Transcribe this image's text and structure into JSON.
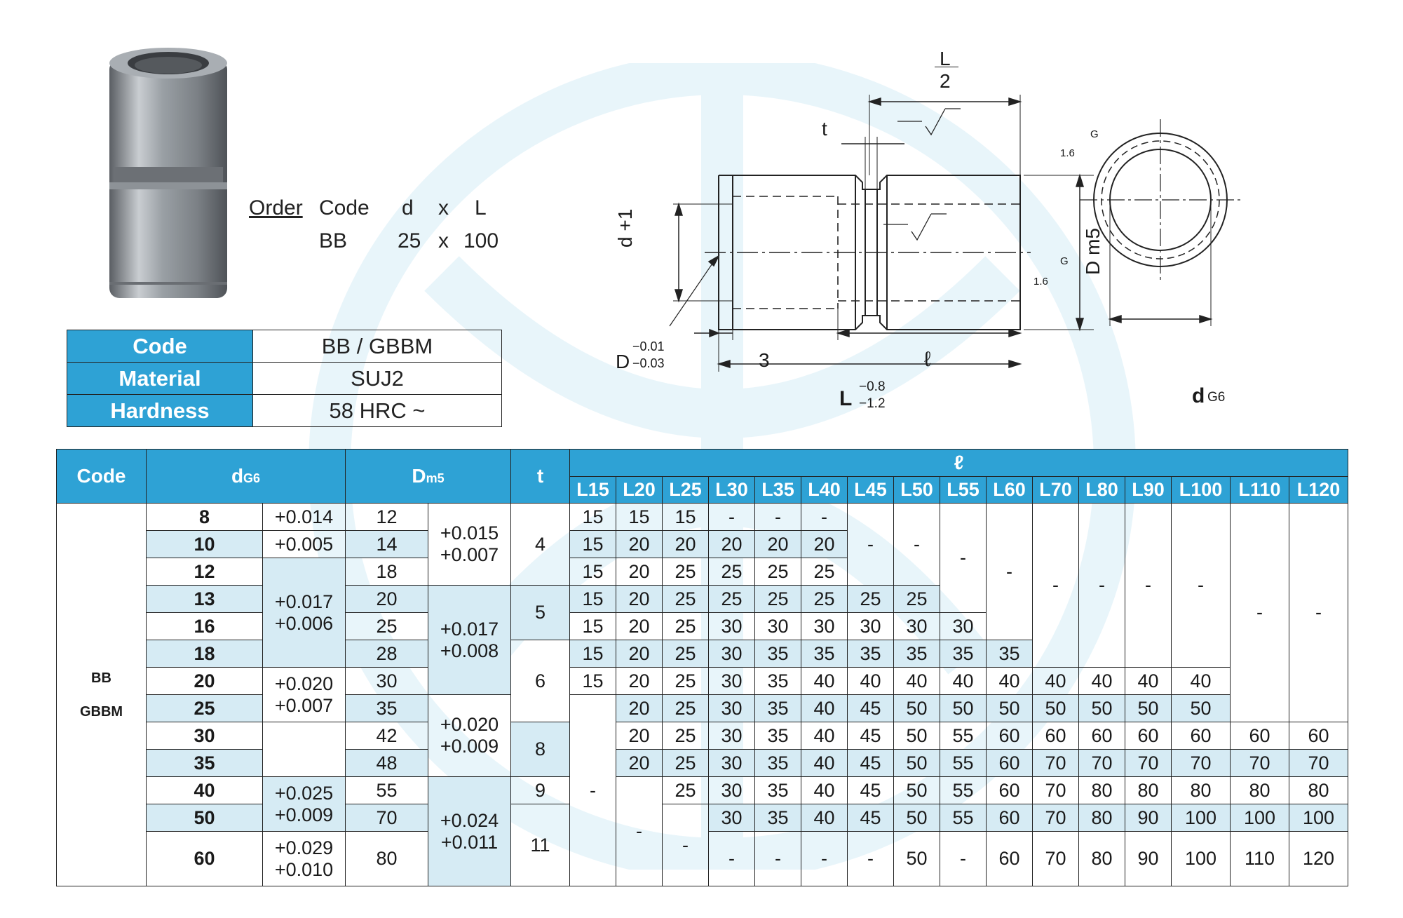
{
  "order": {
    "label": "Order",
    "header": [
      "Code",
      "d",
      "x",
      "L"
    ],
    "example": [
      "BB",
      "25",
      "x",
      "100"
    ]
  },
  "spec": [
    {
      "key": "Code",
      "value": "BB / GBBM"
    },
    {
      "key": "Material",
      "value": "SUJ2"
    },
    {
      "key": "Hardness",
      "value": "58 HRC ~"
    }
  ],
  "drawing": {
    "half_length_num": "L",
    "half_length_den": "2",
    "groove": "t",
    "inner_dia": "d +1",
    "outer_dia": "D m5",
    "chamfer_dia": "D",
    "chamfer_tol_upper": "−0.01",
    "chamfer_tol_lower": "−0.03",
    "chamfer_len": "3",
    "ell": "ℓ",
    "length": "L",
    "length_tol_upper": "−0.8",
    "length_tol_lower": "−1.2",
    "roughness": "1.6",
    "grind": "G",
    "bore": "d",
    "bore_tol": "G6"
  },
  "colors": {
    "accent": "#2ea2d5",
    "band": "#d6ebf4"
  },
  "table": {
    "code_header": "Code",
    "d_header": "d",
    "d_sub": "G6",
    "D_header": "D",
    "D_sub": "m5",
    "t_header": "t",
    "ell_header": "ℓ",
    "L_cols": [
      "L15",
      "L20",
      "L25",
      "L30",
      "L35",
      "L40",
      "L45",
      "L50",
      "L55",
      "L60",
      "L70",
      "L80",
      "L90",
      "L100",
      "L110",
      "L120"
    ],
    "code_line1": "BB",
    "code_line2": "GBBM",
    "d_values": [
      "8",
      "10",
      "12",
      "13",
      "16",
      "18",
      "20",
      "25",
      "30",
      "35",
      "40",
      "50",
      "60"
    ],
    "d_tol": [
      [
        "+0.014",
        "+0.005"
      ],
      [
        "+0.017",
        "+0.006"
      ],
      [
        "+0.020",
        "+0.007"
      ],
      [
        "+0.025",
        "+0.009"
      ],
      [
        "+0.029",
        "+0.010"
      ]
    ],
    "D_values": [
      "12",
      "14",
      "18",
      "20",
      "25",
      "28",
      "30",
      "35",
      "42",
      "48",
      "55",
      "70",
      "80"
    ],
    "D_tol": [
      [
        "+0.015",
        "+0.007"
      ],
      [
        "+0.017",
        "+0.008"
      ],
      [
        "+0.020",
        "+0.009"
      ],
      [
        "+0.024",
        "+0.011"
      ]
    ],
    "t_values": [
      "4",
      "5",
      "6",
      "8",
      "9",
      "11"
    ],
    "rows": [
      [
        "15",
        "15",
        "15",
        "-",
        "-",
        "-"
      ],
      [
        "15",
        "20",
        "20",
        "20",
        "20",
        "20"
      ],
      [
        "15",
        "20",
        "25",
        "25",
        "25",
        "25"
      ],
      [
        "15",
        "20",
        "25",
        "25",
        "25",
        "25",
        "25",
        "25"
      ],
      [
        "15",
        "20",
        "25",
        "30",
        "30",
        "30",
        "30",
        "30",
        "30"
      ],
      [
        "15",
        "20",
        "25",
        "30",
        "35",
        "35",
        "35",
        "35",
        "35",
        "35"
      ],
      [
        "15",
        "20",
        "25",
        "30",
        "35",
        "40",
        "40",
        "40",
        "40",
        "40",
        "40",
        "40",
        "40",
        "40"
      ],
      [
        "20",
        "25",
        "30",
        "35",
        "40",
        "45",
        "50",
        "50",
        "50",
        "50",
        "50",
        "50",
        "50"
      ],
      [
        "20",
        "25",
        "30",
        "35",
        "40",
        "45",
        "50",
        "55",
        "60",
        "60",
        "60",
        "60",
        "60",
        "60",
        "60"
      ],
      [
        "20",
        "25",
        "30",
        "35",
        "40",
        "45",
        "50",
        "55",
        "60",
        "70",
        "70",
        "70",
        "70",
        "70",
        "70"
      ],
      [
        "25",
        "30",
        "35",
        "40",
        "45",
        "50",
        "55",
        "60",
        "70",
        "80",
        "80",
        "80",
        "80",
        "80"
      ],
      [
        "30",
        "35",
        "40",
        "45",
        "50",
        "55",
        "60",
        "70",
        "80",
        "90",
        "100",
        "100",
        "100"
      ],
      [
        "-",
        "-",
        "-",
        "-",
        "50",
        "-",
        "60",
        "70",
        "80",
        "90",
        "100",
        "110",
        "120"
      ]
    ],
    "dashes": {
      "r1_L45L50": [
        "-",
        "-"
      ],
      "L55": "-",
      "L60": "-",
      "L70_L100": [
        "-",
        "-",
        "-",
        "-"
      ],
      "L110_L120": [
        "-",
        "-"
      ],
      "L15_low": "-",
      "L20_low": "-",
      "L25_low": "-"
    }
  }
}
